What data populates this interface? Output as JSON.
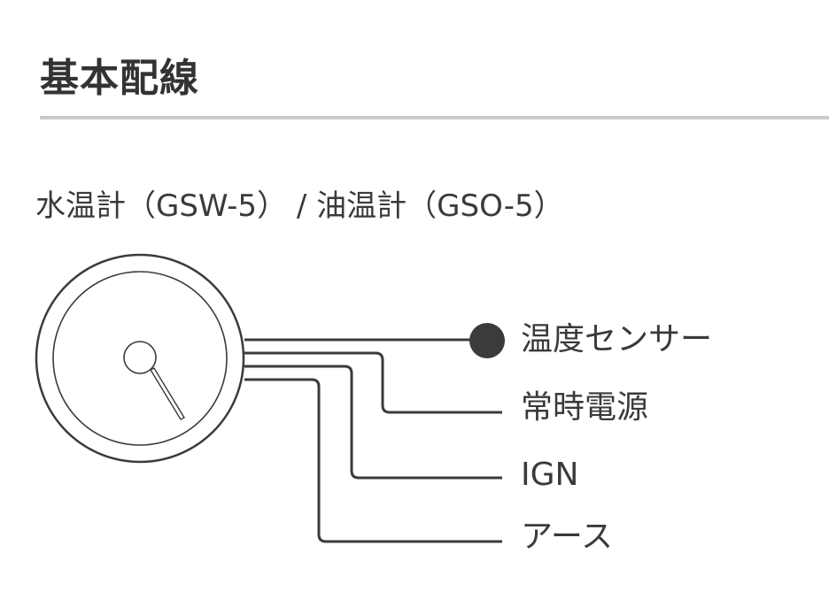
{
  "header": {
    "title": "基本配線"
  },
  "diagram": {
    "subtitle": "水温計（GSW-5） / 油温計（GSO-5）",
    "wires": [
      {
        "label": "温度センサー",
        "terminal": "dot"
      },
      {
        "label": "常時電源",
        "terminal": "line"
      },
      {
        "label": "IGN",
        "terminal": "line"
      },
      {
        "label": "アース",
        "terminal": "line"
      }
    ],
    "colors": {
      "ink": "#3a3b3c",
      "rule": "#c9cacb"
    }
  }
}
